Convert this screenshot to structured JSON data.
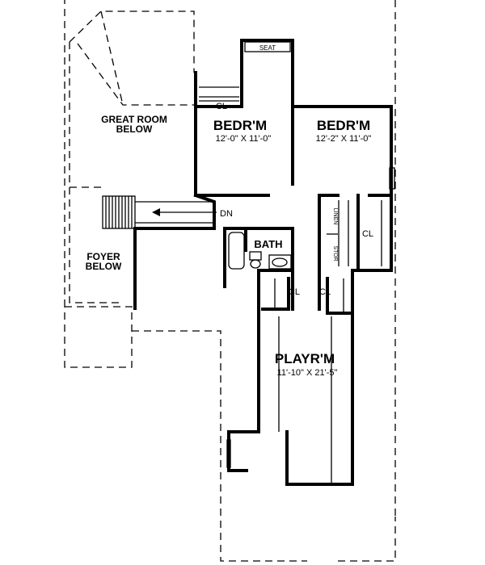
{
  "rooms": {
    "great_room": {
      "line1": "GREAT ROOM",
      "line2": "BELOW"
    },
    "foyer": {
      "line1": "FOYER",
      "line2": "BELOW"
    },
    "bedroom_left": {
      "name": "BEDR'M",
      "size": "12'-0\" X 11'-0\""
    },
    "bedroom_right": {
      "name": "BEDR'M",
      "size": "12'-2\" X 11'-0\""
    },
    "bath": {
      "name": "BATH"
    },
    "playroom": {
      "name": "PLAYR'M",
      "size": "11'-10\" X 21'-5\""
    }
  },
  "labels": {
    "seat": "SEAT",
    "closet_top": "CL",
    "closet_right": "CL",
    "closet_mid_left": "CL",
    "closet_mid_right": "CL",
    "linen": "LINEN",
    "storage": "STOR",
    "stair_down": "DN"
  }
}
